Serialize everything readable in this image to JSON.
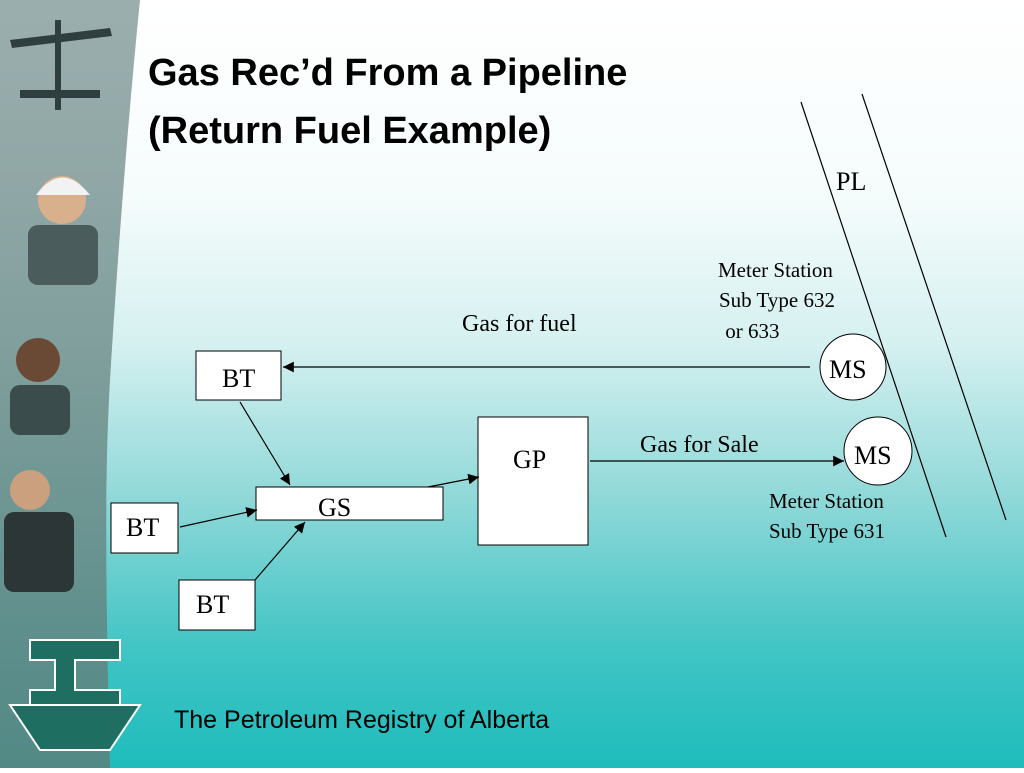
{
  "title": {
    "line1": "Gas Rec’d From a Pipeline",
    "line2": " (Return Fuel Example)"
  },
  "diagram": {
    "pipeline_label": "PL",
    "boxes": {
      "bt_top": "BT",
      "bt_left": "BT",
      "bt_bottom": "BT",
      "gs": "GS",
      "gp": "GP"
    },
    "meters": {
      "ms_upper": "MS",
      "ms_lower": "MS"
    },
    "edge_labels": {
      "gas_for_fuel": "Gas for fuel",
      "gas_for_sale": "Gas for Sale"
    },
    "annotations": {
      "upper": [
        "Meter Station",
        "Sub Type 632",
        " or 633"
      ],
      "lower": [
        "Meter Station",
        "Sub Type 631"
      ]
    }
  },
  "footer": {
    "text": "The Petroleum Registry of Alberta"
  },
  "colors": {
    "accent_teal": "#1fbcbc",
    "logo_green": "#1f6e62"
  }
}
